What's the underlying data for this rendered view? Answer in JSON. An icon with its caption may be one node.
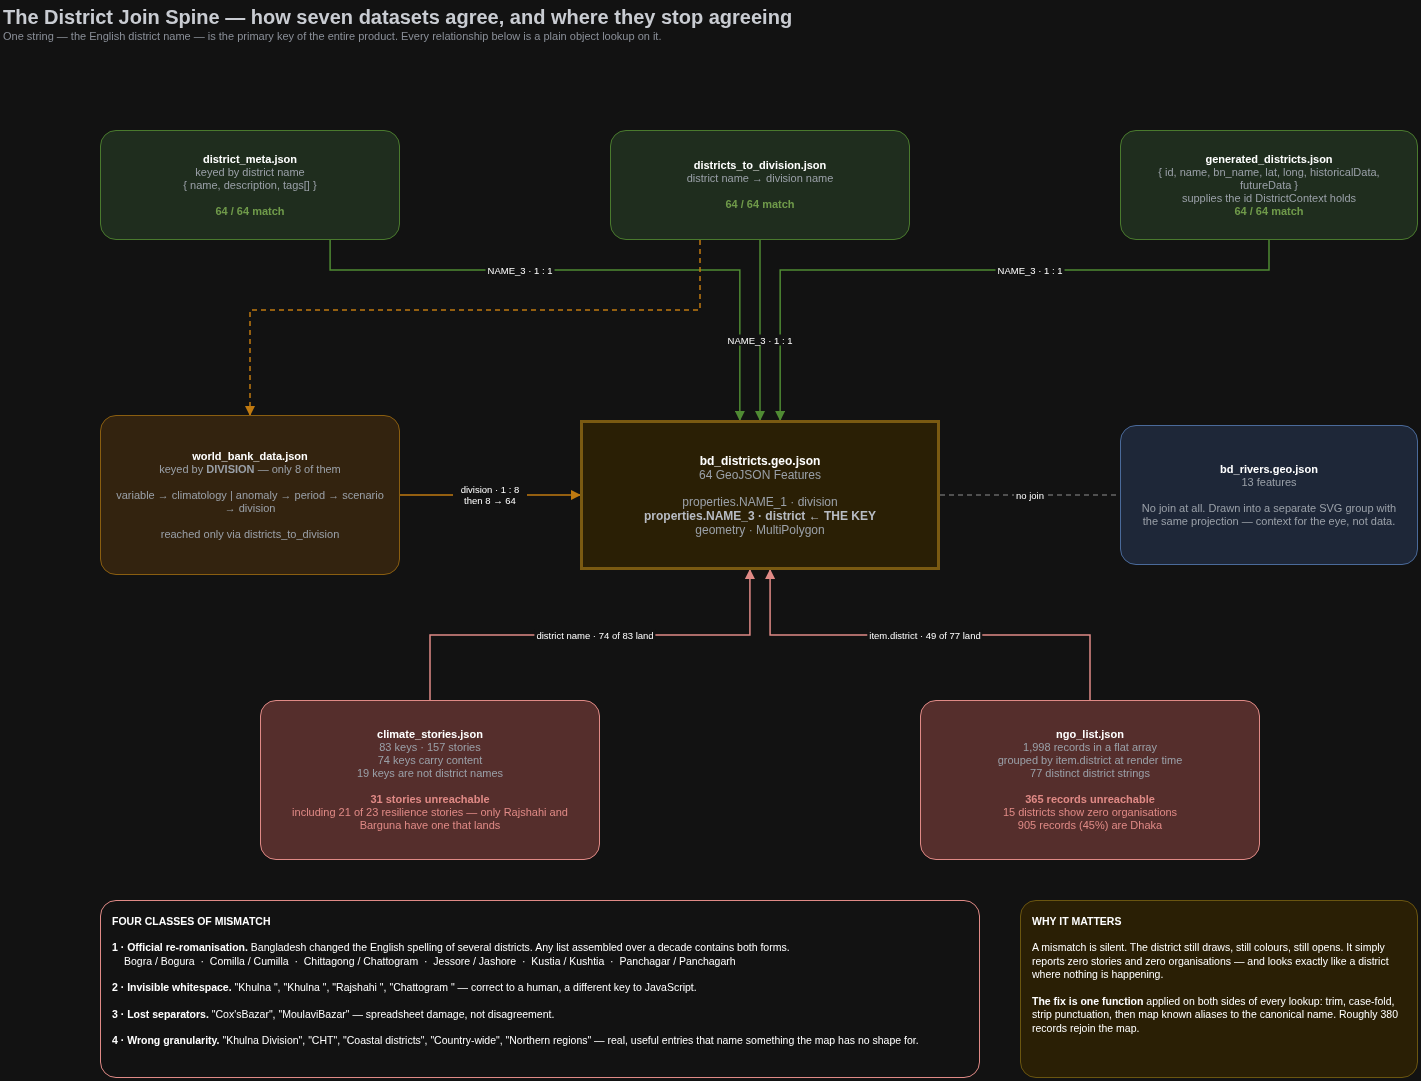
{
  "diagram": {
    "title": "The District Join Spine — how seven datasets agree, and where they stop agreeing",
    "caption": "One string — the English district name — is the primary key of the entire product. Every relationship below is a plain object lookup on it.",
    "nodes": [
      {
        "text": [
          "district_meta.json",
          "keyed by district name",
          "{ name, description, tags[] }",
          "64 / 64 match"
        ]
      },
      {
        "text": [
          "districts_to_division.json",
          "district name → division name",
          "64 / 64 match"
        ]
      },
      {
        "text": [
          "generated_districts.json",
          "{ id, name, bn_name, lat, long, historicalData, futureData }",
          "supplies the id DistrictContext holds",
          "64 / 64 match"
        ]
      },
      {
        "text": [
          "world_bank_data.json",
          "keyed by **DIVISION** — only 8 of them",
          "variable → climatology | anomaly → period → scenario → division",
          "reached only via districts_to_division"
        ]
      },
      {
        "text": [
          "bd_districts.geo.json",
          "64 GeoJSON Features",
          "properties.NAME_1 · division",
          "properties.NAME_3 · district ← THE KEY",
          "geometry · MultiPolygon"
        ]
      },
      {
        "text": [
          "bd_rivers.geo.json",
          "13 features",
          "No join at all. Drawn into a separate SVG group with the same projection — context for the eye, not data."
        ]
      },
      {
        "text": [
          "climate_stories.json",
          "83 keys · 157 stories",
          "74 keys carry content",
          "19 keys are not district names",
          "31 stories unreachable",
          "including 21 of 23 resilience stories — only Rajshahi and Barguna have one that lands"
        ]
      },
      {
        "text": [
          "ngo_list.json",
          "1,998 records in a flat array",
          "grouped by item.district at render time",
          "77 distinct district strings",
          "365 records unreachable",
          "15 districts show zero organisations",
          "905 records (45%) are Dhaka"
        ]
      },
      {
        "text": [
          "FOUR CLASSES OF MISMATCH",
          "**1 · Official re-romanisation.** Bangladesh changed the English spelling of several districts. Any list assembled over a decade contains both forms.",
          "Bogra / Bogura  ·  Comilla / Cumilla  ·  Chittagong / Chattogram  ·  Jessore / Jashore  ·  Kustia / Kushtia  ·  Panchagar / Panchagarh",
          "**2 · Invisible whitespace.** \"Khulna \", \"Khulna \", \"Rajshahi \", \"Chattogram \" — correct to a human, a different key to JavaScript.",
          "**3 · Lost separators.** \"Cox'sBazar\", \"MoulaviBazar\" — spreadsheet damage, not disagreement.",
          "**4 · Wrong granularity.** \"Khulna Division\", \"CHT\", \"Coastal districts\", \"Country-wide\", \"Northern regions\" — real, useful entries that name something the map has no shape for."
        ]
      },
      {
        "text": [
          "WHY IT MATTERS",
          "A mismatch is silent. The district still draws, still colours, still opens. It simply reports zero stories and zero organisations — and looks exactly like a district where nothing is happening.",
          "**The fix is one function** applied on both sides of every lookup: trim, case-fold, strip punctuation, then map known aliases to the canonical name. Roughly 380 records rejoin the map."
        ]
      }
    ],
    "edges": [
      {
        "from": 0,
        "to": 4,
        "arrow": "to",
        "label": "NAME_3 · 1 : 1"
      },
      {
        "from": 2,
        "to": 4,
        "arrow": "to",
        "label": "NAME_3 · 1 : 1"
      },
      {
        "from": 1,
        "to": 4,
        "arrow": "to",
        "label": "NAME_3 · 1 : 1"
      },
      {
        "from": 1,
        "to": 3,
        "arrow": "to",
        "style": "dashed",
        "color": "#c07a10"
      },
      {
        "from": 3,
        "to": 4,
        "arrow": "to",
        "label": "division · 1 : 8 then 8 → 64",
        "color": "#c07a10"
      },
      {
        "from": 4,
        "to": 5,
        "arrow": "none",
        "label": "no join",
        "style": "dashed",
        "color": "#666666"
      },
      {
        "from": 6,
        "to": 4,
        "arrow": "to",
        "label": "district name · 74 of 83 land",
        "color": "#e08a86"
      },
      {
        "from": 7,
        "to": 4,
        "arrow": "to",
        "label": "item.district · 49 of 77 land",
        "color": "#e08a86"
      }
    ]
  }
}
